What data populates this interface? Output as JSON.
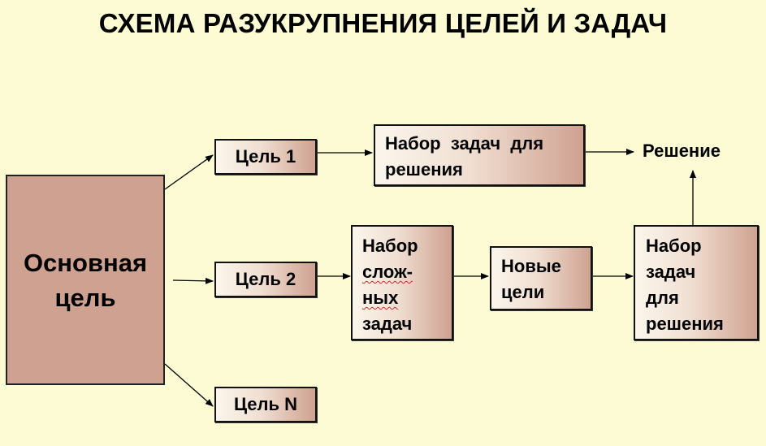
{
  "title": "СХЕМА РАЗУКРУПНЕНИЯ ЦЕЛЕЙ И ЗАДАЧ",
  "nodes": {
    "main_goal": "Основная\nцель",
    "goal_1": "Цель 1",
    "goal_2": "Цель 2",
    "goal_n": "Цель N",
    "task_set_top": "Набор  задач  для\nрешения",
    "complex_tasks": {
      "line1": "Набор",
      "line2": "слож-",
      "line3": "ных",
      "line4": "задач"
    },
    "new_goals": "Новые\nцели",
    "task_set_right": "Набор\nзадач\nдля\nрешения",
    "solution": "Решение"
  },
  "colors": {
    "background": "#fdfbd3",
    "main_fill": "#cfa190",
    "box_gradient_end": "#cfa291",
    "spell_underline": "#c03030"
  }
}
